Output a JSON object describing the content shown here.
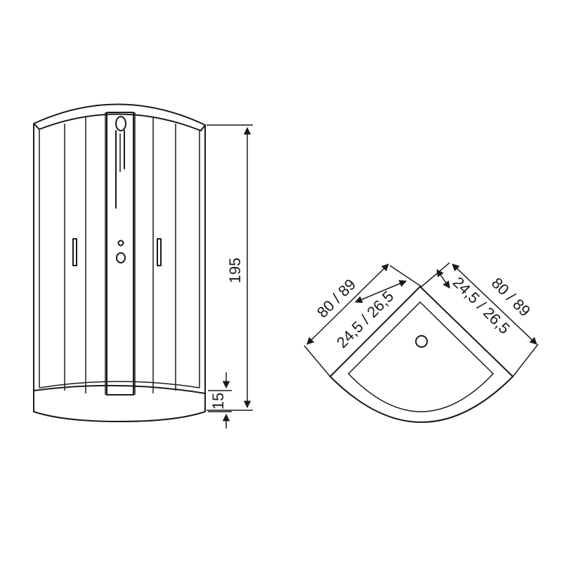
{
  "front_view": {
    "height_label": "195",
    "tray_height_label": "15"
  },
  "tray_plan": {
    "left_outer_label": "80 / 89",
    "left_inner_label": "24,5 / 26,5",
    "right_outer_label": "80 / 89",
    "right_inner_label": "24,5 / 26,5"
  }
}
